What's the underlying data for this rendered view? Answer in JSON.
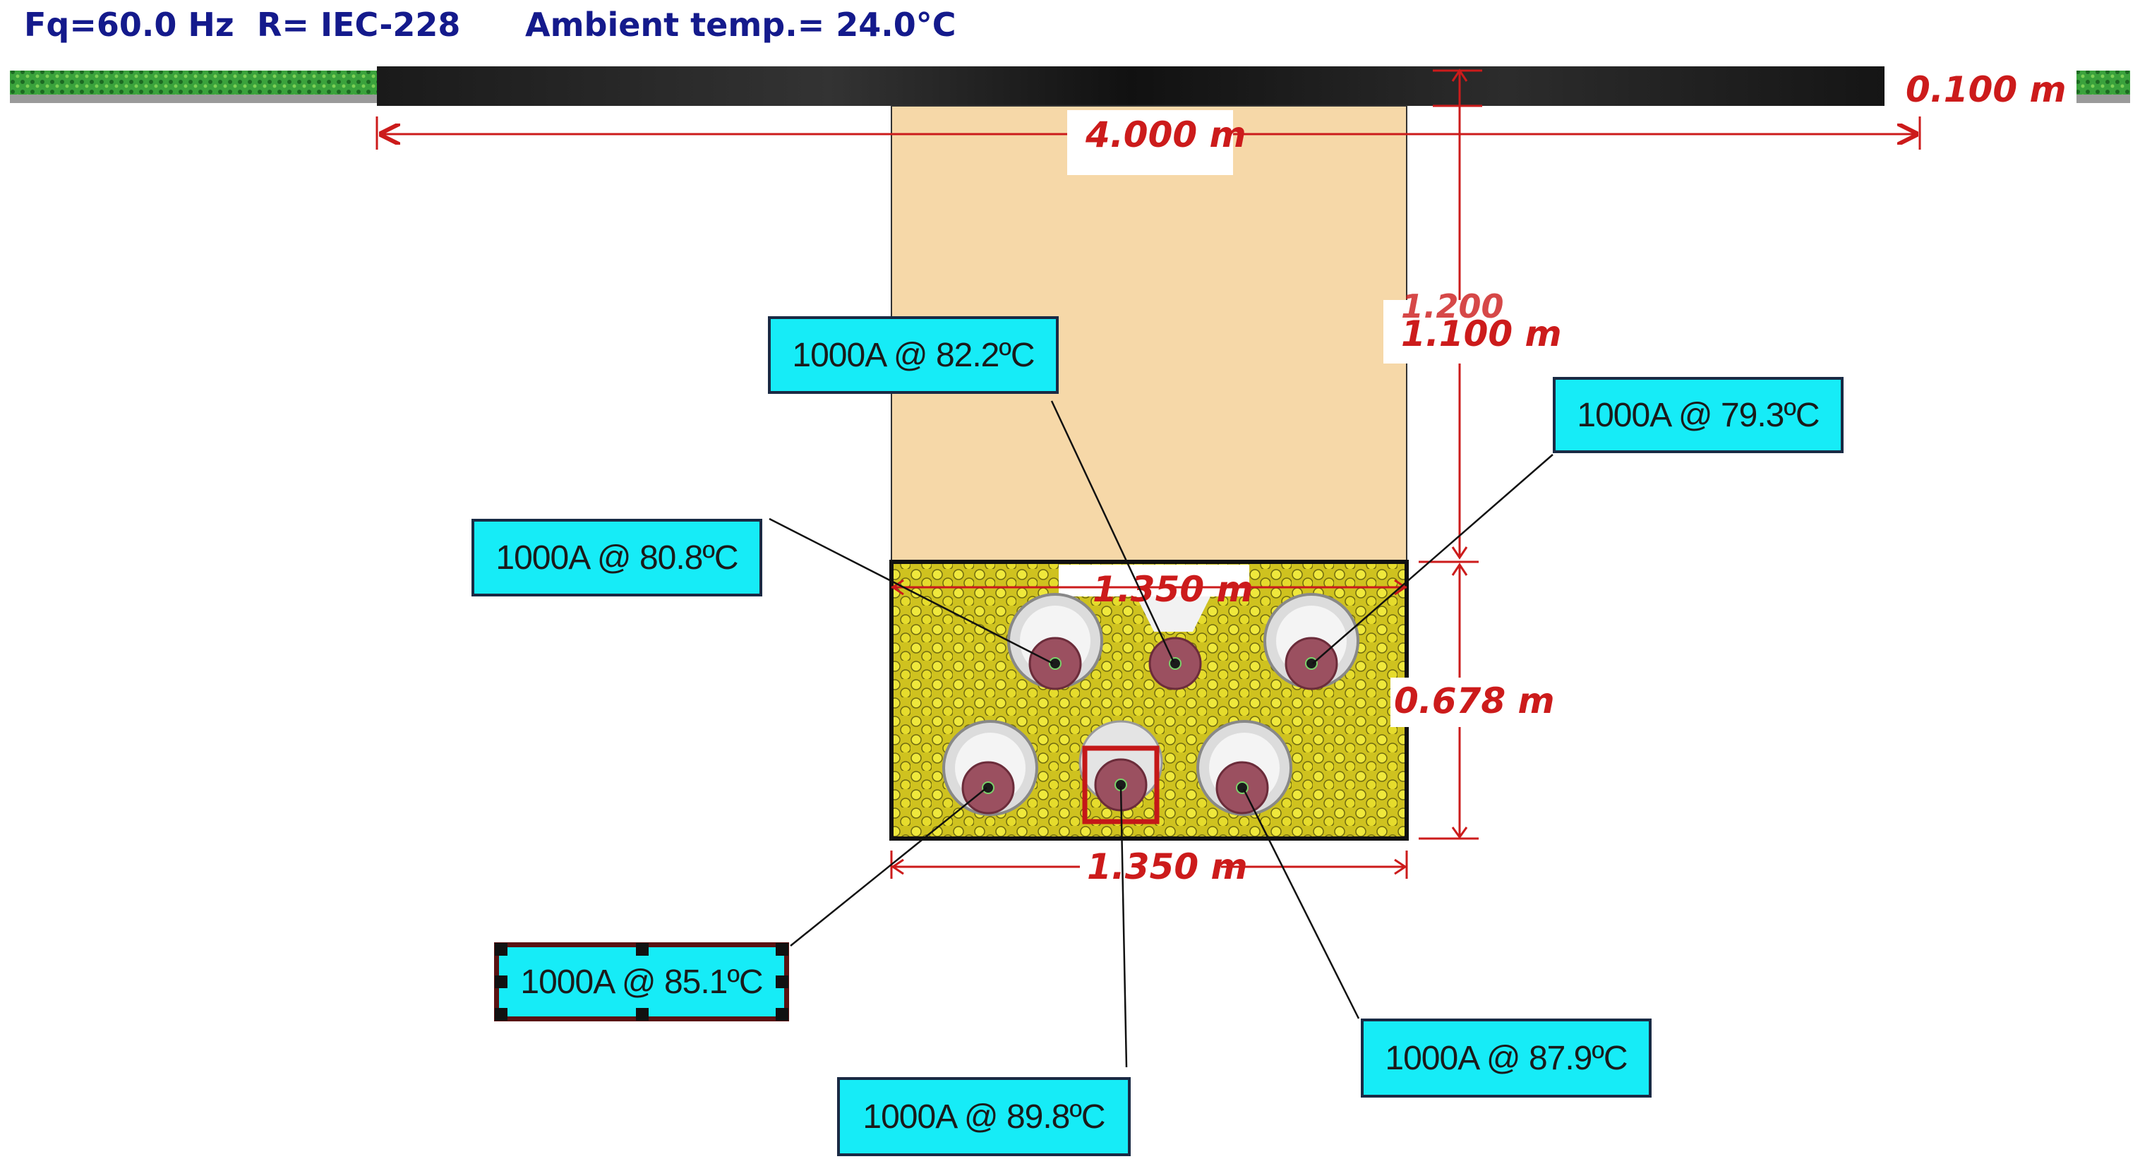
{
  "header": {
    "frequency": "Fq=60.0 Hz",
    "resistance": "R= IEC-228",
    "ambient": "Ambient temp.= 24.0°C"
  },
  "dimensions": {
    "surface_thickness": "0.100 m",
    "trench_width_top": "4.000 m",
    "depth_overlapped": "1.200",
    "depth_to_bank": "1.100 m",
    "bank_width_top": "1.350 m",
    "bank_height": "0.678 m",
    "bank_width_bottom": "1.350 m"
  },
  "cables": [
    {
      "id": "c1",
      "label": "1000A @ 80.8ºC"
    },
    {
      "id": "c2",
      "label": "1000A @ 82.2ºC"
    },
    {
      "id": "c3",
      "label": "1000A @ 79.3ºC"
    },
    {
      "id": "c4",
      "label": "1000A @ 85.1ºC"
    },
    {
      "id": "c5",
      "label": "1000A @ 89.8ºC"
    },
    {
      "id": "c6",
      "label": "1000A @ 87.9ºC"
    }
  ],
  "colors": {
    "dimension": "#cc1b1b",
    "label_fill": "#16ecf7",
    "backfill": "#f6d8a8",
    "duct_bank": "#d9d22a",
    "asphalt": "#1a1a1a",
    "grass": "#2f9a34",
    "cable_core": "#9b5060"
  }
}
